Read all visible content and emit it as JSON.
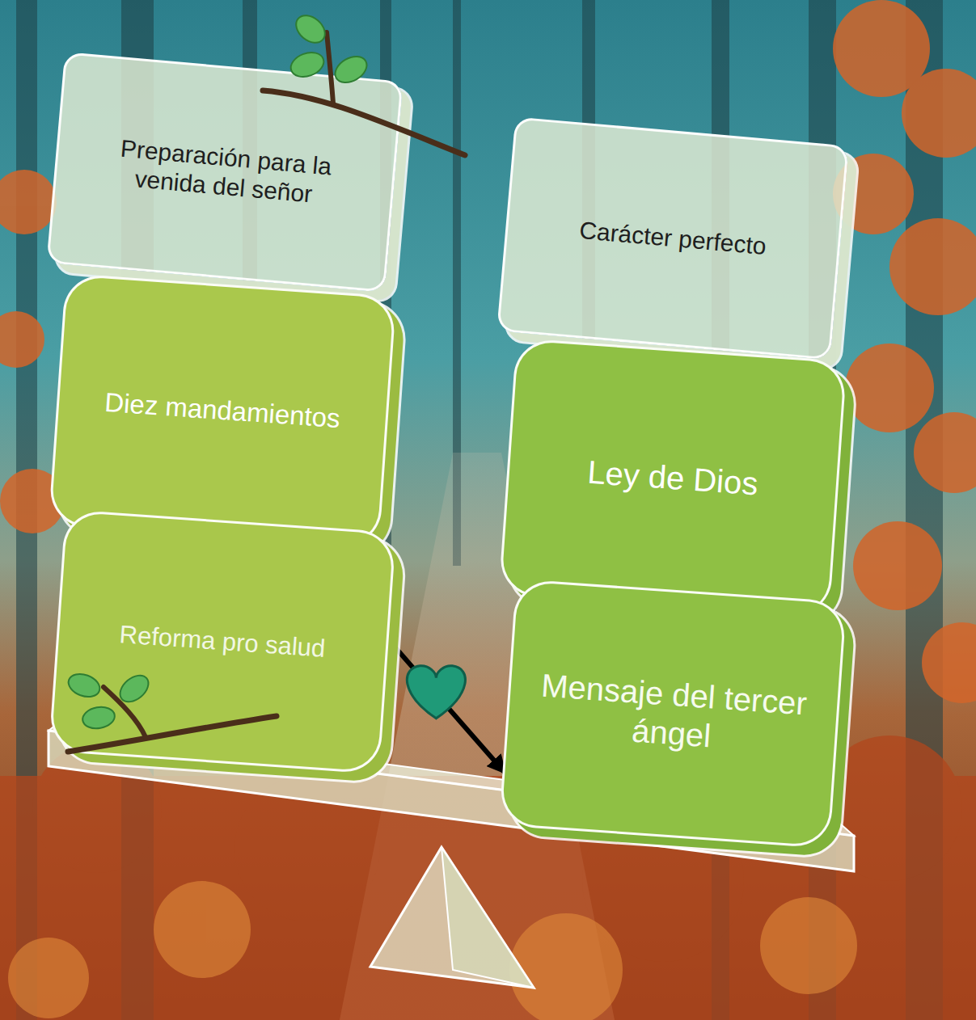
{
  "diagram": {
    "nodes": [
      {
        "text": [
          "Preparación para la venida del señor"
        ]
      },
      {
        "text": [
          "Carácter perfecto"
        ]
      },
      {
        "text": [
          "Diez mandamientos"
        ]
      },
      {
        "text": [
          "Ley de Dios"
        ]
      },
      {
        "text": [
          "Reforma pro salud"
        ]
      },
      {
        "text": [
          "Mensaje del tercer ángel"
        ]
      }
    ],
    "edges": [
      {
        "from": 4,
        "to": 5,
        "arrow": "both"
      }
    ]
  }
}
